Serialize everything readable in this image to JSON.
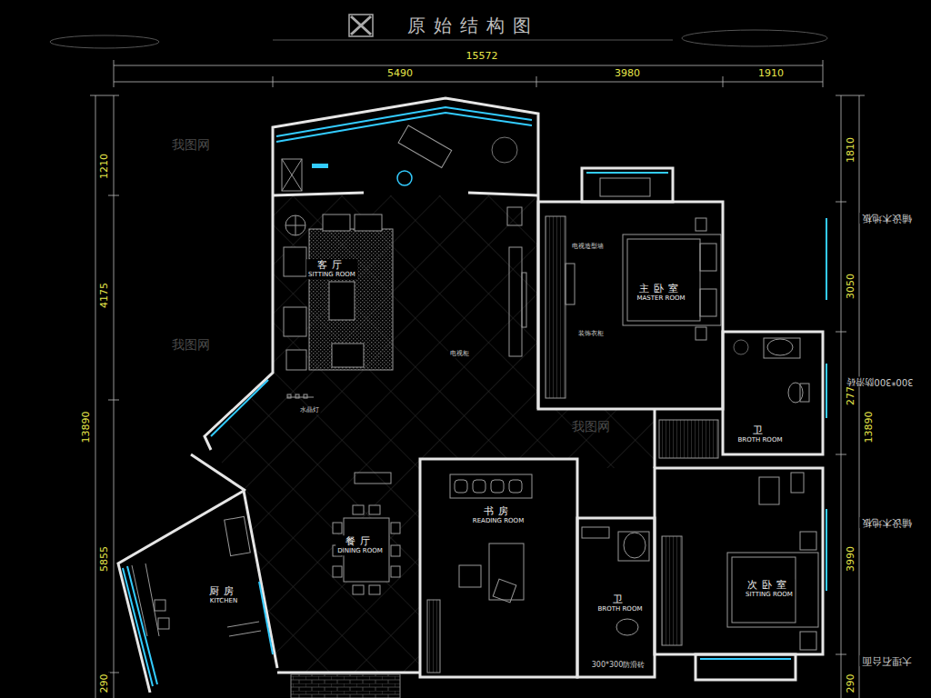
{
  "diagram": {
    "title": "原始结构图",
    "nodes": [
      {
        "text": [
          "客厅",
          "SITTING ROOM"
        ]
      },
      {
        "text": [
          "主卧室",
          "MASTER ROOM"
        ]
      },
      {
        "text": [
          "卫",
          "BROTH ROOM"
        ]
      },
      {
        "text": [
          "厨房",
          "KITCHEN"
        ]
      },
      {
        "text": [
          "餐厅",
          "DINING ROOM"
        ]
      },
      {
        "text": [
          "书房",
          "READING ROOM"
        ]
      },
      {
        "text": [
          "卫",
          "BROTH ROOM"
        ]
      },
      {
        "text": [
          "次卧室",
          "SITTING ROOM"
        ]
      }
    ],
    "labels": [
      "15572",
      "5490",
      "3980",
      "1910",
      "1210",
      "4175",
      "13890",
      "5855",
      "290",
      "1810",
      "3050",
      "2770",
      "13890",
      "3990",
      "290",
      "铺设木地板",
      "铺设木地板",
      "300*300防滑砖",
      "大理石台面",
      "300*300防滑砖",
      "电视柜",
      "水晶灯",
      "电视造型墙",
      "装饰衣柜",
      "我图网",
      "我图网",
      "我图网"
    ]
  }
}
